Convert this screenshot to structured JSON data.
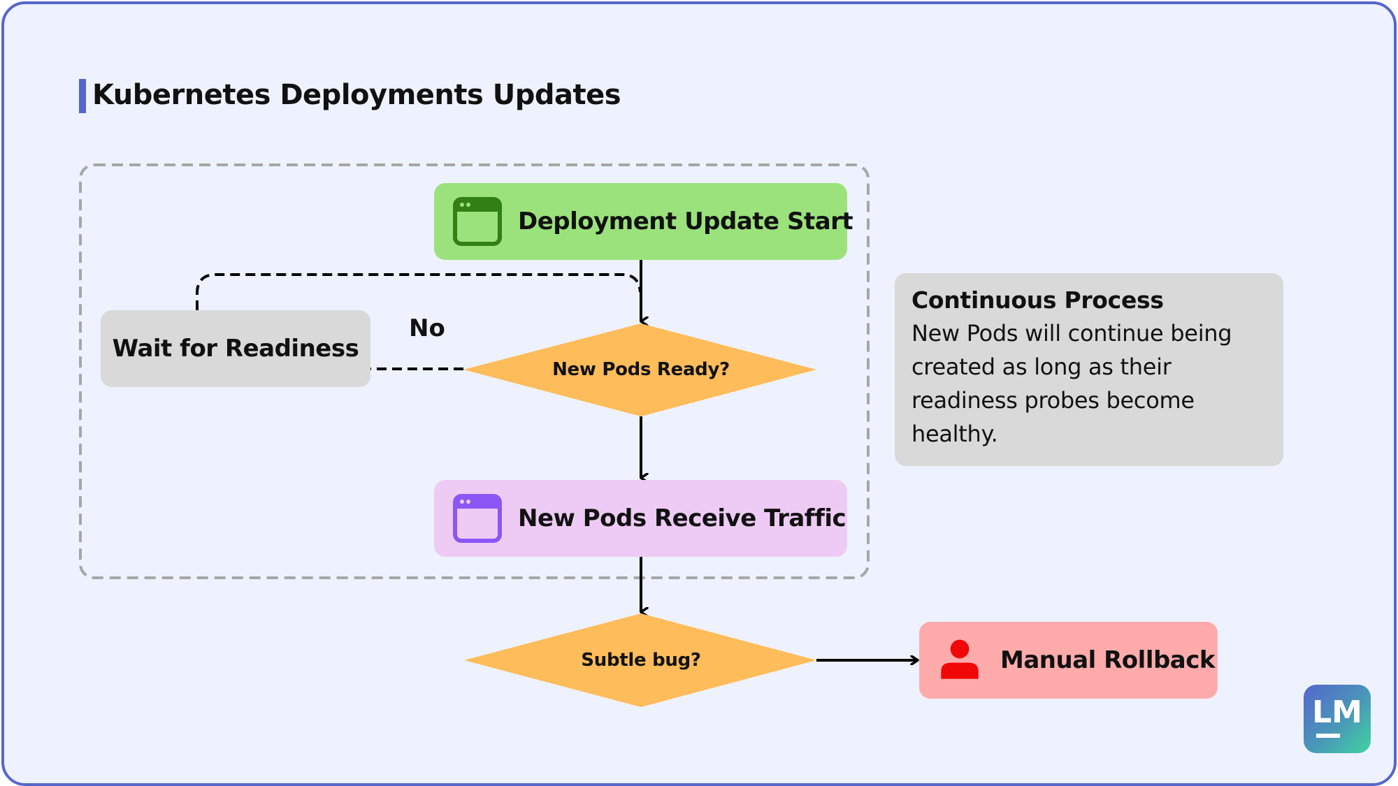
{
  "title": "Kubernetes Deployments Updates",
  "colors": {
    "frame_border": "#5566cc",
    "background": "#eef2fe",
    "start_node": "#9be27c",
    "start_icon": "#327f14",
    "traffic_node": "#eecbf4",
    "traffic_icon": "#8c55f5",
    "decision": "#ffbc5a",
    "wait_node": "#d9d9d9",
    "rollback_node": "#ffabab",
    "rollback_icon": "#f00707",
    "container_dash": "#a6a6a6"
  },
  "nodes": {
    "start": {
      "label": "Deployment Update Start",
      "icon": "browser-window-icon"
    },
    "pods_ready": {
      "label": "New Pods Ready?",
      "shape": "diamond"
    },
    "wait": {
      "label": "Wait for Readiness"
    },
    "traffic": {
      "label": "New Pods Receive Traffic",
      "icon": "browser-window-icon"
    },
    "subtle_bug": {
      "label": "Subtle bug?",
      "shape": "diamond"
    },
    "rollback": {
      "label": "Manual Rollback",
      "icon": "person-icon"
    }
  },
  "edges": [
    {
      "from": "start",
      "to": "pods_ready",
      "style": "solid"
    },
    {
      "from": "pods_ready",
      "to": "wait",
      "style": "dashed",
      "label": "No"
    },
    {
      "from": "wait",
      "to": "pods_ready",
      "style": "dashed"
    },
    {
      "from": "pods_ready",
      "to": "traffic",
      "style": "solid"
    },
    {
      "from": "traffic",
      "to": "subtle_bug",
      "style": "solid"
    },
    {
      "from": "subtle_bug",
      "to": "rollback",
      "style": "solid"
    }
  ],
  "edge_labels": {
    "no": "No"
  },
  "note": {
    "title": "Continuous Process",
    "body": "New Pods will continue being created as long as their readiness probes become healthy."
  },
  "logo": {
    "text": "LM"
  }
}
